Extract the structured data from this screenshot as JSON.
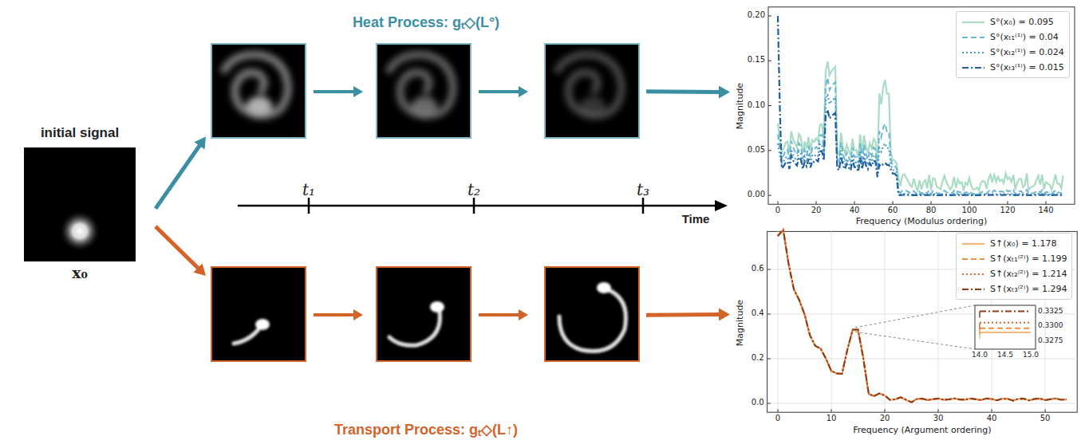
{
  "diagram": {
    "nodes": [
      {
        "text": [
          "initial signal",
          "x₀"
        ]
      },
      {
        "text": [
          "Heat Process: gₜ◇(L°)"
        ]
      },
      {
        "text": [
          "Transport Process: gₜ◇(L↑)"
        ]
      },
      {
        "text": [
          "Magnitude",
          "Frequency (Modulus ordering)"
        ]
      },
      {
        "text": [
          "Magnitude",
          "Frequency (Argument ordering)"
        ]
      }
    ],
    "edges": [
      {
        "from": 0,
        "to": 1,
        "arrow": "to"
      },
      {
        "from": 0,
        "to": 2,
        "arrow": "to"
      },
      {
        "from": 1,
        "to": 3,
        "arrow": "to"
      },
      {
        "from": 2,
        "to": 4,
        "arrow": "to"
      }
    ],
    "labels": [
      "t₁",
      "t₂",
      "t₃",
      "Time",
      "0.00",
      "0.05",
      "0.10",
      "0.15",
      "0.20",
      "0",
      "20",
      "40",
      "60",
      "80",
      "100",
      "120",
      "140",
      "0.0",
      "0.2",
      "0.4",
      "0.6",
      "0",
      "10",
      "20",
      "30",
      "40",
      "50",
      "14.0",
      "14.5",
      "15.0",
      "0.3275",
      "0.3300",
      "0.3325"
    ],
    "legend": [
      {
        "text": "S°(x₀) = 0.095"
      },
      {
        "text": "S°(xₜ₁⁽¹⁾) = 0.04"
      },
      {
        "text": "S°(xₜ₂⁽¹⁾) = 0.024"
      },
      {
        "text": "S°(xₜ₃⁽¹⁾) = 0.015"
      },
      {
        "text": "S↑(x₀) = 1.178"
      },
      {
        "text": "S↑(xₜ₁⁽²⁾) = 1.199"
      },
      {
        "text": "S↑(xₜ₂⁽²⁾) = 1.214"
      },
      {
        "text": "S↑(xₜ₃⁽²⁾) = 1.294"
      }
    ]
  }
}
